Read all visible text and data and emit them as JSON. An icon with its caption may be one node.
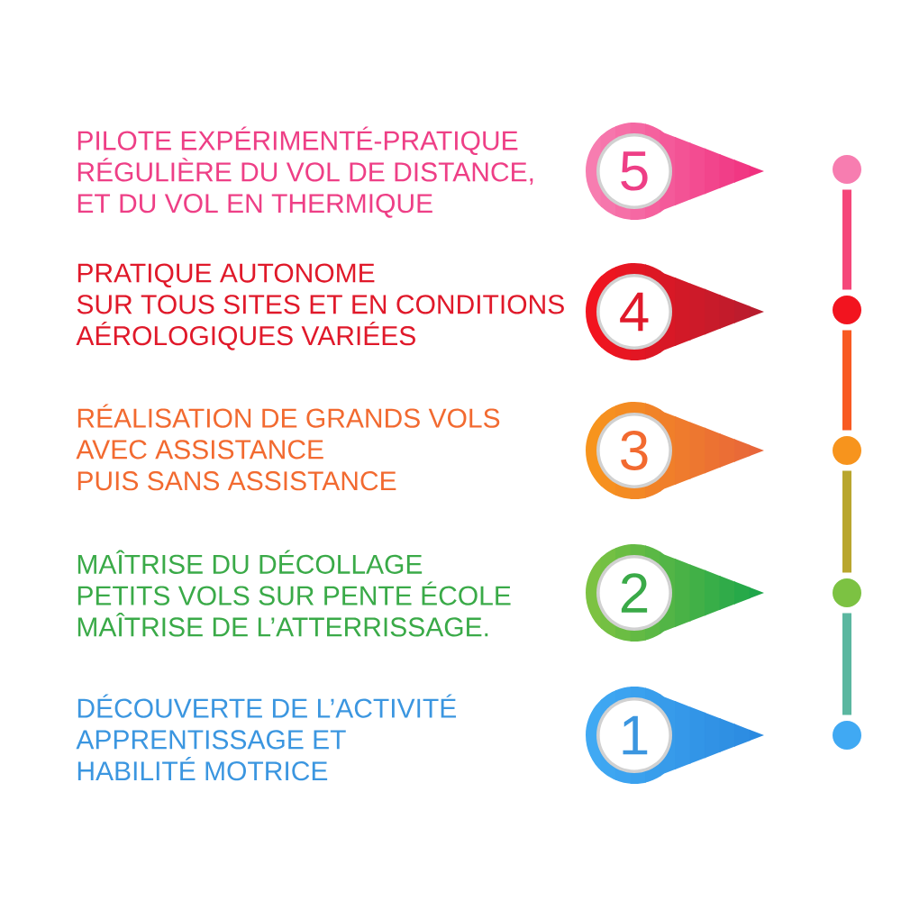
{
  "diagram": {
    "nodes": [
      {
        "text": [
          "5"
        ]
      },
      {
        "text": [
          "4"
        ]
      },
      {
        "text": [
          "3"
        ]
      },
      {
        "text": [
          "2"
        ]
      },
      {
        "text": [
          "1"
        ]
      },
      {
        "text": [],
        "shape": "circle"
      },
      {
        "text": [],
        "shape": "circle"
      },
      {
        "text": [],
        "shape": "circle"
      },
      {
        "text": [],
        "shape": "circle"
      },
      {
        "text": [],
        "shape": "circle"
      }
    ],
    "edges": [
      {
        "from": 5,
        "to": 6,
        "arrow": "none",
        "color": "#f5477a"
      },
      {
        "from": 6,
        "to": 7,
        "arrow": "none",
        "color": "#f85a22"
      },
      {
        "from": 7,
        "to": 8,
        "arrow": "none",
        "color": "#b9a62e"
      },
      {
        "from": 8,
        "to": 9,
        "arrow": "none",
        "color": "#5bb7a0"
      }
    ],
    "labels": [
      "PILOTE EXPÉRIMENTÉ-PRATIQUE RÉGULIÈRE DU VOL DE DISTANCE, ET DU VOL EN THERMIQUE",
      "PRATIQUE AUTONOME SUR TOUS SITES ET EN CONDITIONS AÉROLOGIQUES VARIÉES",
      "RÉALISATION DE GRANDS VOLS AVEC ASSISTANCE PUIS SANS ASSISTANCE",
      "MAÎTRISE DU DÉCOLLAGE PETITS VOLS SUR PENTE ÉCOLE MAÎTRISE DE L’ATTERRISSAGE.",
      "DÉCOUVERTE DE L’ACTIVITÉ APPRENTISSAGE ET HABILITÉ MOTRICE"
    ]
  }
}
